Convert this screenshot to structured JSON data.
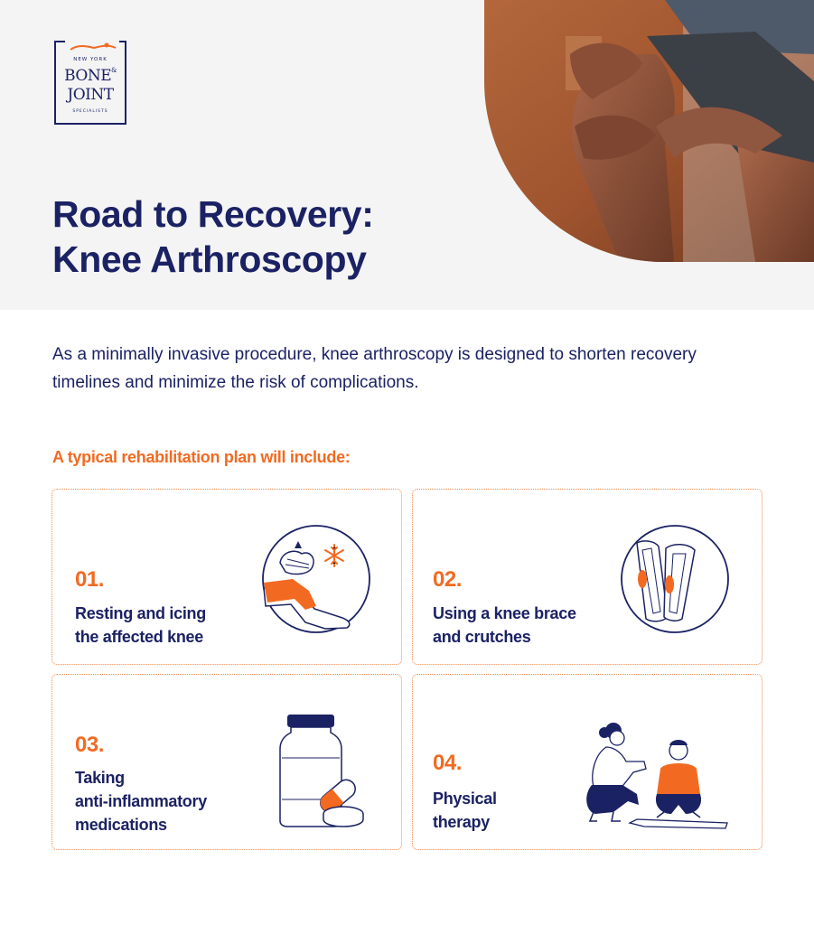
{
  "brand": {
    "line1": "NEW YORK",
    "line2": "BONE",
    "amp": "&",
    "line3": "JOINT",
    "line4": "SPECIALISTS"
  },
  "title": {
    "line1": "Road to Recovery:",
    "line2": "Knee Arthroscopy"
  },
  "intro": "As a minimally invasive procedure, knee arthroscopy is designed to shorten recovery timelines and minimize the risk of complications.",
  "plan_heading": "A typical rehabilitation plan will include:",
  "steps": [
    {
      "number": "01.",
      "text": "Resting and icing\nthe affected knee",
      "icon": "ice-pack-leg-icon"
    },
    {
      "number": "02.",
      "text": "Using a knee brace\nand crutches",
      "icon": "knee-brace-icon"
    },
    {
      "number": "03.",
      "text": "Taking\nanti-inflammatory\nmedications",
      "icon": "medication-bottle-icon"
    },
    {
      "number": "04.",
      "text": "Physical\ntherapy",
      "icon": "physical-therapy-icon"
    }
  ],
  "colors": {
    "navy": "#1b2264",
    "orange": "#f26a21",
    "hero_bg": "#f4f4f4"
  }
}
